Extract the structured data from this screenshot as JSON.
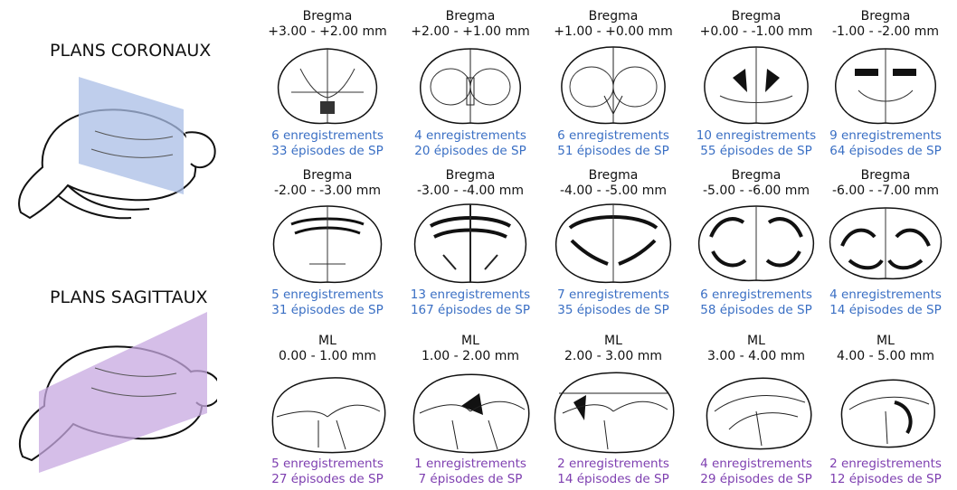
{
  "titles": {
    "coronal": "PLANS CORONAUX",
    "sagittal": "PLANS SAGITTAUX"
  },
  "colors": {
    "coronal_count": "#3a6fc4",
    "sagittal_count": "#7e3fb0",
    "coronal_plane": "#a9bde6",
    "sagittal_plane": "#c7a8e0"
  },
  "coronal": [
    {
      "label": "Bregma",
      "range": "+3.00 - +2.00 mm",
      "records": "6 enregistrements",
      "episodes": "33 épisodes de SP"
    },
    {
      "label": "Bregma",
      "range": "+2.00 - +1.00 mm",
      "records": "4 enregistrements",
      "episodes": "20 épisodes de SP"
    },
    {
      "label": "Bregma",
      "range": "+1.00 - +0.00 mm",
      "records": "6 enregistrements",
      "episodes": "51 épisodes de SP"
    },
    {
      "label": "Bregma",
      "range": "+0.00 - -1.00 mm",
      "records": "10 enregistrements",
      "episodes": "55 épisodes de SP"
    },
    {
      "label": "Bregma",
      "range": "-1.00 - -2.00 mm",
      "records": "9 enregistrements",
      "episodes": "64 épisodes de SP"
    },
    {
      "label": "Bregma",
      "range": "-2.00 - -3.00 mm",
      "records": "5 enregistrements",
      "episodes": "31 épisodes de SP"
    },
    {
      "label": "Bregma",
      "range": "-3.00 - -4.00 mm",
      "records": "13 enregistrements",
      "episodes": "167 épisodes de SP"
    },
    {
      "label": "Bregma",
      "range": "-4.00 - -5.00 mm",
      "records": "7 enregistrements",
      "episodes": "35 épisodes de SP"
    },
    {
      "label": "Bregma",
      "range": "-5.00 - -6.00 mm",
      "records": "6 enregistrements",
      "episodes": "58 épisodes de SP"
    },
    {
      "label": "Bregma",
      "range": "-6.00 - -7.00 mm",
      "records": "4 enregistrements",
      "episodes": "14 épisodes de SP"
    }
  ],
  "sagittal": [
    {
      "label": "ML",
      "range": "0.00 - 1.00 mm",
      "records": "5 enregistrements",
      "episodes": "27 épisodes de SP"
    },
    {
      "label": "ML",
      "range": "1.00 - 2.00 mm",
      "records": "1 enregistrements",
      "episodes": "7 épisodes de SP"
    },
    {
      "label": "ML",
      "range": "2.00 - 3.00 mm",
      "records": "2 enregistrements",
      "episodes": "14 épisodes de SP"
    },
    {
      "label": "ML",
      "range": "3.00 - 4.00 mm",
      "records": "4 enregistrements",
      "episodes": "29 épisodes de SP"
    },
    {
      "label": "ML",
      "range": "4.00 - 5.00 mm",
      "records": "2 enregistrements",
      "episodes": "12 épisodes de SP"
    }
  ]
}
